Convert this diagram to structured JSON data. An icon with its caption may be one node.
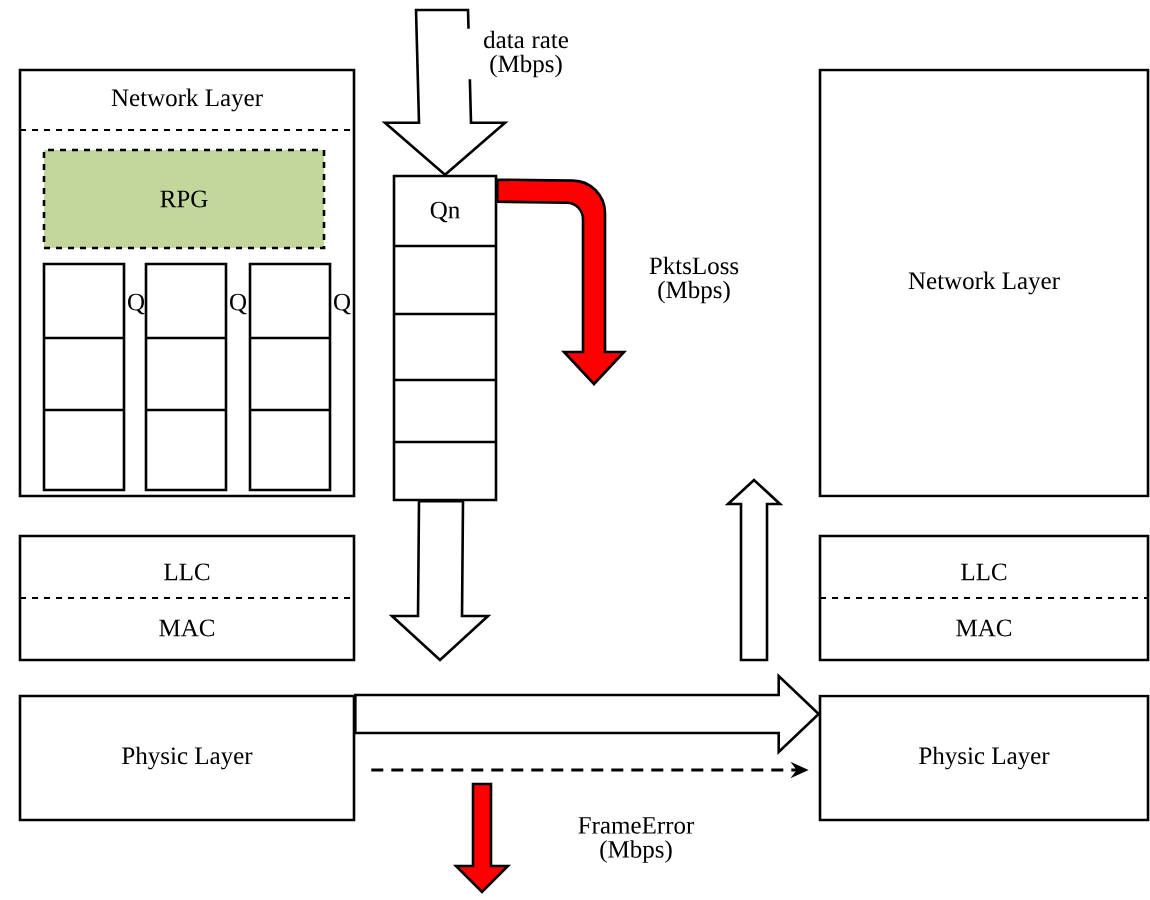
{
  "diagram": {
    "nodes": [
      {
        "text": [
          "Network Layer"
        ]
      },
      {
        "text": [
          "RPG"
        ],
        "in": 0
      },
      {
        "text": [
          "Q"
        ],
        "in": 0
      },
      {
        "text": [
          "Q"
        ],
        "in": 0
      },
      {
        "text": [
          "Q"
        ],
        "in": 0
      },
      {
        "text": [
          "Qn"
        ]
      },
      {
        "text": [
          "Network Layer"
        ]
      },
      {
        "text": [
          "LLC",
          "MAC"
        ]
      },
      {
        "text": [
          "LLC",
          "MAC"
        ]
      },
      {
        "text": [
          "Physic Layer"
        ]
      },
      {
        "text": [
          "Physic Layer"
        ]
      }
    ],
    "edges": [
      {
        "from": null,
        "to": 5,
        "arrow": "to",
        "label": "data rate (Mbps)",
        "style": "thick"
      },
      {
        "from": 5,
        "to": null,
        "arrow": "to",
        "label": "PktsLoss (Mbps)",
        "style": "thick",
        "color": "#ff0000"
      },
      {
        "from": 5,
        "to": null,
        "arrow": "to",
        "style": "thick"
      },
      {
        "from": 9,
        "to": 10,
        "arrow": "to",
        "style": "thick"
      },
      {
        "from": 9,
        "to": 10,
        "arrow": "to",
        "style": "dashed"
      }
    ],
    "labels": [
      "FrameError (Mbps)"
    ]
  }
}
